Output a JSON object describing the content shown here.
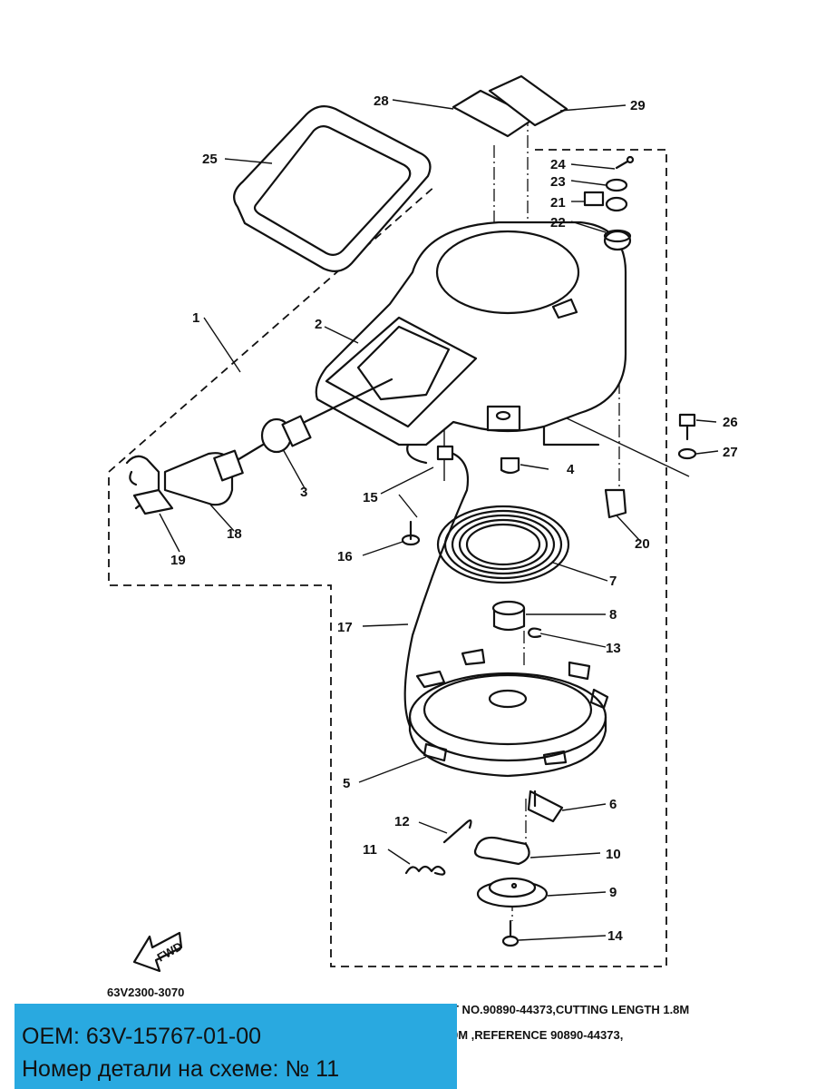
{
  "diagram": {
    "drawing_code": "63V2300-3070",
    "fwd_label": "FWD",
    "note_line1": "T NO.90890-44373,CUTTING LENGTH 1.8M",
    "note_line2": "0M ,REFERENCE 90890-44373,",
    "callouts": [
      "1",
      "2",
      "3",
      "4",
      "5",
      "6",
      "7",
      "8",
      "9",
      "10",
      "11",
      "12",
      "13",
      "14",
      "15",
      "16",
      "17",
      "18",
      "19",
      "20",
      "21",
      "22",
      "23",
      "24",
      "25",
      "26",
      "27",
      "28",
      "29"
    ]
  },
  "info": {
    "oem": "OEM: 63V-15767-01-00",
    "part_ref": "Номер детали на схеме: № 11"
  },
  "colors": {
    "info_background": "#29a9e0",
    "ink": "#111111",
    "paper": "#ffffff"
  }
}
